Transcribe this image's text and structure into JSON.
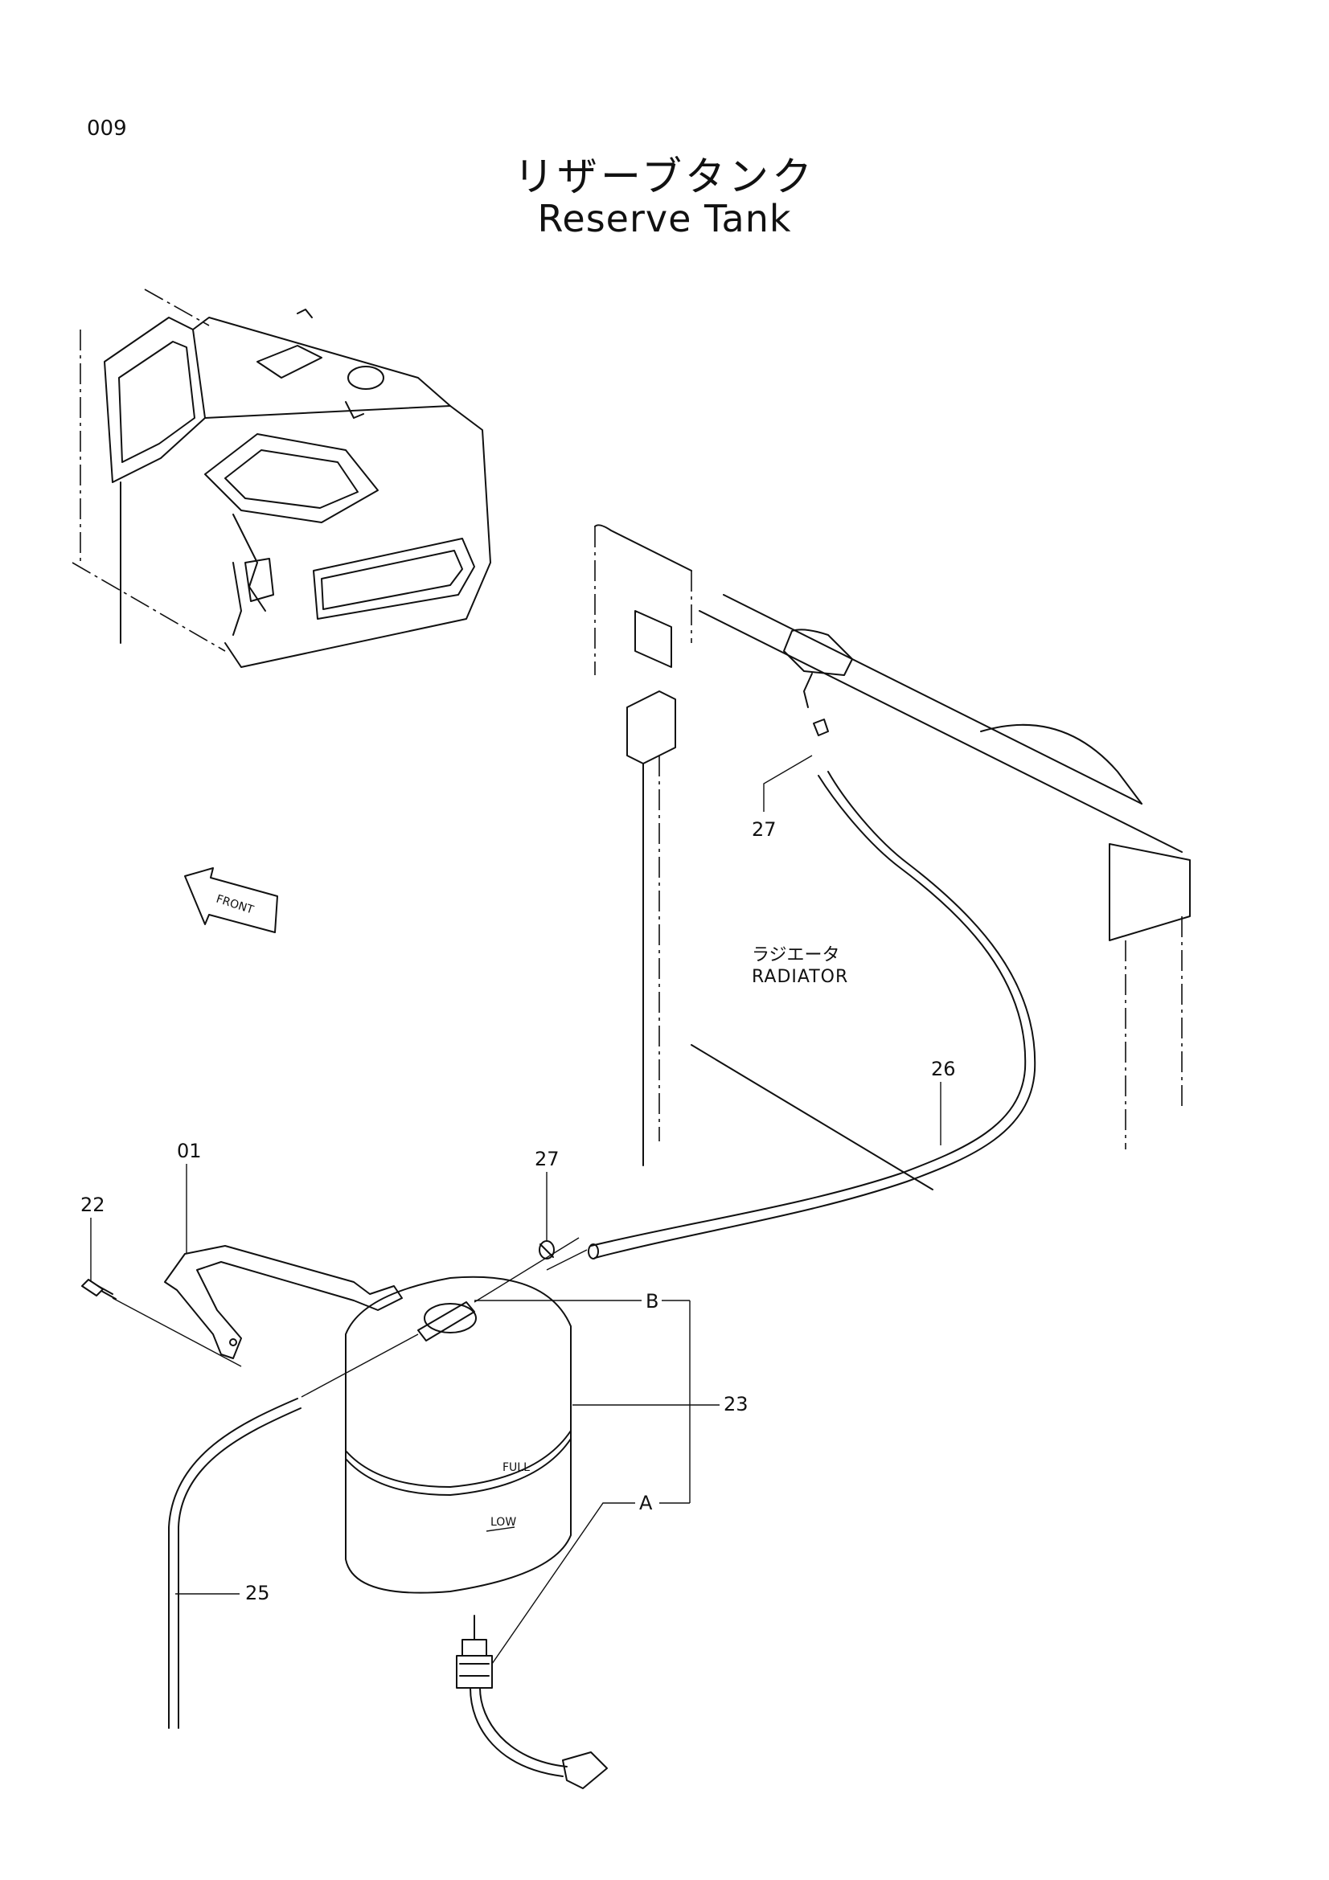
{
  "header": {
    "page_number": "009",
    "title_jp": "リザーブタンク",
    "title_en": "Reserve Tank"
  },
  "radiator": {
    "label_jp": "ラジエータ",
    "label_en": "RADIATOR"
  },
  "front_arrow": {
    "label": "FRONT"
  },
  "tank_marks": {
    "full": "FULL",
    "low": "LOW"
  },
  "callouts": {
    "p01": "01",
    "p22": "22",
    "p23": "23",
    "p25": "25",
    "p26": "26",
    "p27_top": "27",
    "p27_mid": "27",
    "a": "A",
    "b": "B"
  }
}
